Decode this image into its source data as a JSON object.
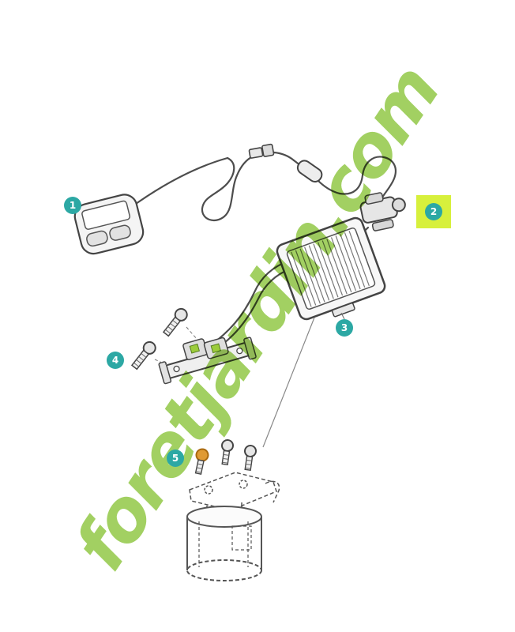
{
  "watermark": {
    "text": "foretjardin.com"
  },
  "colors": {
    "badge": "#2ca8a4",
    "badge_text": "#ffffff",
    "highlight": "#d7f03c",
    "screw": "#e09a33",
    "watermark": "#8dc63f",
    "connector": "#9ccc3c",
    "line": "#4d4d4d"
  },
  "callouts": [
    {
      "label": "1"
    },
    {
      "label": "2"
    },
    {
      "label": "3"
    },
    {
      "label": "4"
    },
    {
      "label": "5"
    }
  ]
}
